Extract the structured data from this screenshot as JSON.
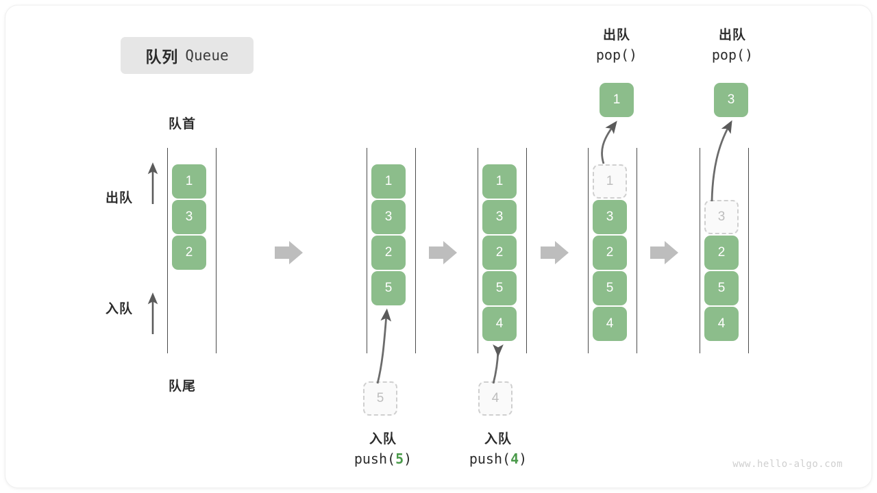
{
  "title": {
    "cn": "队列",
    "en": "Queue"
  },
  "watermark": "www.hello-algo.com",
  "colors": {
    "element_green": "#8cbd8b",
    "ghost_border": "#cfcfcf",
    "ghost_text": "#bdbdbd",
    "rail": "#4a4a4a",
    "arrow_gray": "#b8b8b8",
    "dark_arrow": "#5a5a5a",
    "badge_bg": "#e6e6e6",
    "code_arg": "#4a9a4a"
  },
  "annotations": {
    "head": "队首",
    "tail": "队尾",
    "dequeue_dir": "出队",
    "enqueue_dir": "入队"
  },
  "stages": [
    {
      "id": "initial",
      "elements": [
        "1",
        "3",
        "2"
      ],
      "ghost_top": null,
      "ghost_top_index": null,
      "incoming": null,
      "popped": null,
      "caption_cn": null,
      "caption_code": null,
      "caption_arg": null
    },
    {
      "id": "after-push-5",
      "elements": [
        "1",
        "3",
        "2",
        "5"
      ],
      "ghost_top": null,
      "ghost_top_index": null,
      "incoming": "5",
      "popped": null,
      "caption_cn": "入队",
      "caption_code": "push(5)",
      "caption_arg": "5"
    },
    {
      "id": "after-push-4",
      "elements": [
        "1",
        "3",
        "2",
        "5",
        "4"
      ],
      "ghost_top": null,
      "ghost_top_index": null,
      "incoming": "4",
      "popped": null,
      "caption_cn": "入队",
      "caption_code": "push(4)",
      "caption_arg": "4"
    },
    {
      "id": "pop-1",
      "elements": [
        "3",
        "2",
        "5",
        "4"
      ],
      "ghost_top": "1",
      "ghost_top_index": 0,
      "incoming": null,
      "popped": "1",
      "caption_cn": "出队",
      "caption_code": "pop()",
      "caption_arg": null
    },
    {
      "id": "pop-3",
      "elements": [
        "2",
        "5",
        "4"
      ],
      "ghost_top": "3",
      "ghost_top_index": 1,
      "incoming": null,
      "popped": "3",
      "caption_cn": "出队",
      "caption_code": "pop()",
      "caption_arg": null
    }
  ],
  "flow_arrows": 4
}
